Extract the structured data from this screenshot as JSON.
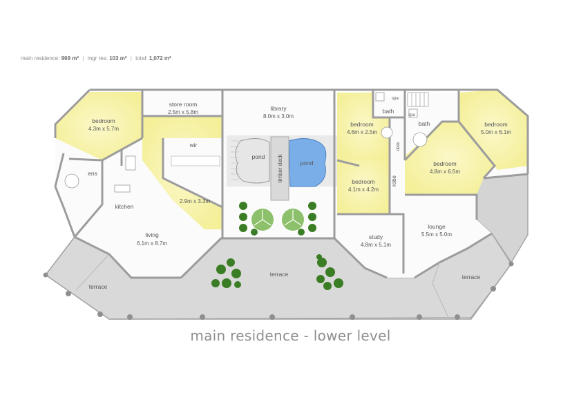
{
  "stats": {
    "main_label": "main residence:",
    "main_value": "969 m²",
    "mgr_label": "mgr res:",
    "mgr_value": "103 m²",
    "total_label": "total:",
    "total_value": "1,072 m²"
  },
  "caption": "main residence - lower level",
  "colors": {
    "wall": "#9c9c9c",
    "room_yellow": "#f7f3b0",
    "room_white": "#fdfdfd",
    "terrace": "#d8d8d8",
    "pond": "#7aaee8",
    "trees": "#3f8f2c"
  },
  "rooms": {
    "store_room": {
      "name": "store room",
      "size": "2.5m x 5.8m"
    },
    "library": {
      "name": "library",
      "size": "8.0m x 3.0m"
    },
    "bedroom_1": {
      "name": "bedroom",
      "size": "4.3m x 5.7m"
    },
    "wir": {
      "name": "wir"
    },
    "ens": {
      "name": "ens"
    },
    "kitchen": {
      "name": "kitchen"
    },
    "room_unnamed": {
      "size": "2.9m x 3.3m"
    },
    "living": {
      "name": "living",
      "size": "6.1m x 8.7m"
    },
    "pond_left": {
      "name": "pond"
    },
    "pond_right": {
      "name": "pond"
    },
    "timber_deck": {
      "name": "timber deck"
    },
    "bedroom_2": {
      "name": "bedroom",
      "size": "4.6m x 2.5m"
    },
    "bedroom_3": {
      "name": "bedroom",
      "size": "4.1m x 4.2m"
    },
    "robe": {
      "name": "robe"
    },
    "study": {
      "name": "study",
      "size": "4.8m x 5.1m"
    },
    "bath_1": {
      "name": "bath"
    },
    "spa_1": {
      "name": "spa"
    },
    "desk": {
      "name": "desk"
    },
    "bath_2": {
      "name": "bath"
    },
    "spa_2": {
      "name": "spa"
    },
    "bedroom_4": {
      "name": "bedroom",
      "size": "4.8m x 6.5m"
    },
    "bedroom_5": {
      "name": "bedroom",
      "size": "5.0m x 6.1m"
    },
    "lounge": {
      "name": "lounge",
      "size": "5.5m x 5.0m"
    },
    "terrace_left": {
      "name": "terrace"
    },
    "terrace_center": {
      "name": "terrace"
    },
    "terrace_right": {
      "name": "terrace"
    }
  }
}
